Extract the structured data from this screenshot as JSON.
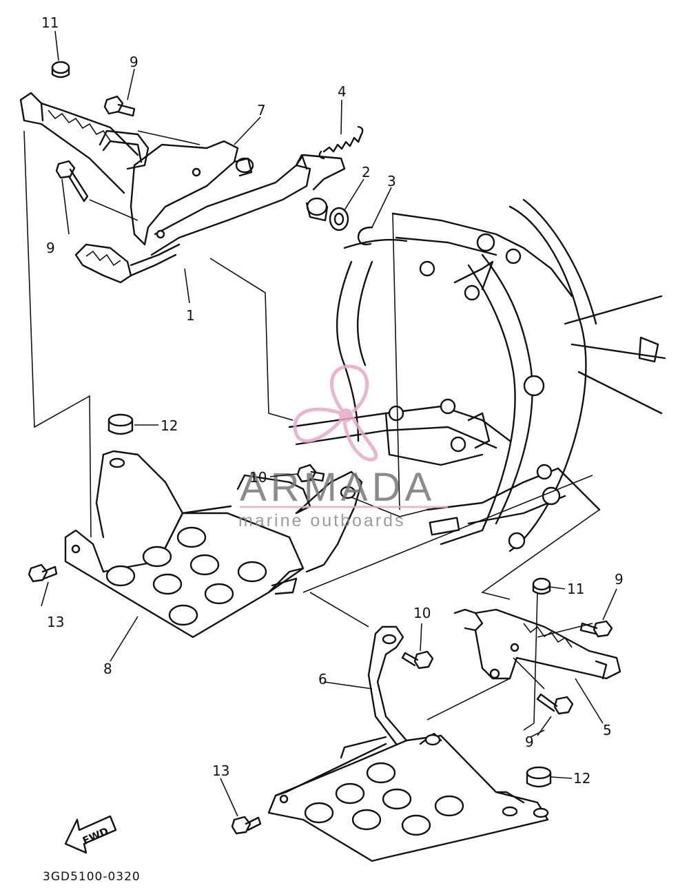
{
  "callouts": {
    "c1": "1",
    "c2": "2",
    "c3": "3",
    "c4": "4",
    "c5": "5",
    "c6": "6",
    "c7": "7",
    "c8": "8",
    "c9a": "9",
    "c9b": "9",
    "c9c": "9",
    "c9d": "9",
    "c10a": "10",
    "c10b": "10",
    "c11a": "11",
    "c11b": "11",
    "c12a": "12",
    "c12b": "12",
    "c13a": "13",
    "c13b": "13"
  },
  "fwd_label": "FWD",
  "drawing_code": "3GD5100-0320",
  "watermark": {
    "brand": "ARMADA",
    "tagline": "marine outboards"
  },
  "colors": {
    "line": "#111111",
    "watermark_pink": "#e8a8c8",
    "watermark_gray": "#777777"
  }
}
